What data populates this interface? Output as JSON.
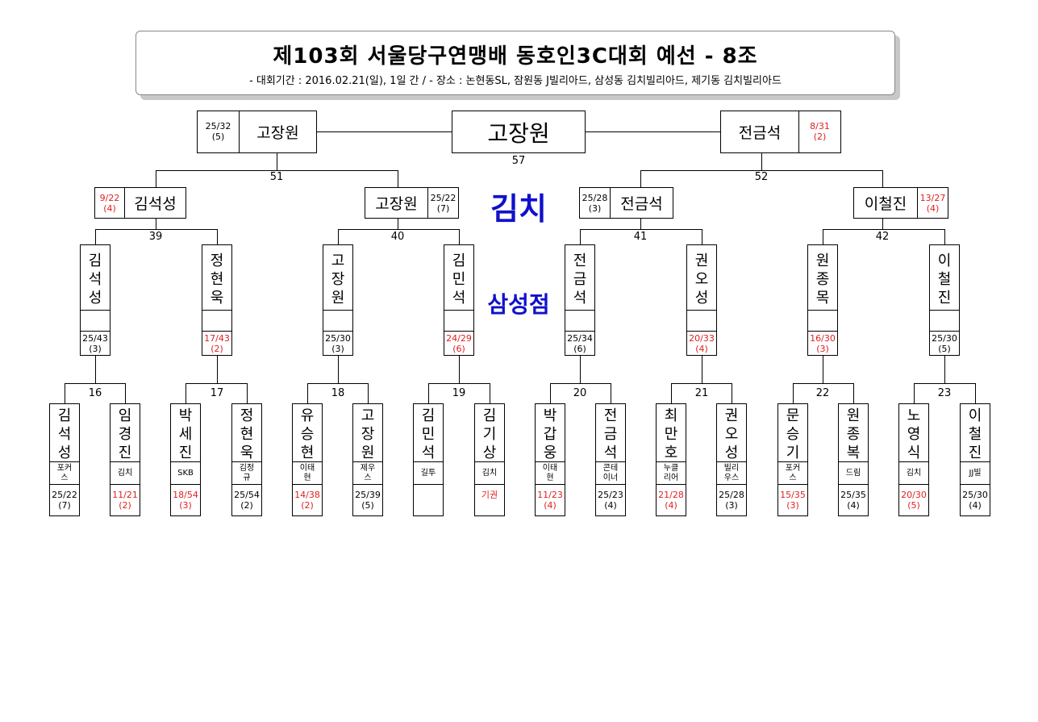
{
  "header": {
    "title": "제103회 서울당구연맹배 동호인3C대회 예선 - 8조",
    "subtitle": "- 대회기간 : 2016.02.21(일), 1일 간 / - 장소 : 논현동SL, 잠원동 J빌리아드, 삼성동 김치빌리아드, 제기동 김치빌리아드"
  },
  "venues": {
    "upper": "김치",
    "lower": "삼성점"
  },
  "colors": {
    "red": "#e02020",
    "blue": "#1010cc"
  },
  "final": {
    "match_no": "57",
    "winner": "고장원",
    "left": {
      "name": "고장원",
      "score": "25/32",
      "hr": "(5)"
    },
    "right": {
      "name": "전금석",
      "score": "8/31",
      "hr": "(2)"
    }
  },
  "semis": [
    {
      "match_no": "51",
      "left": {
        "name": "김석성",
        "score": "9/22",
        "hr": "(4)"
      },
      "right": {
        "name": "고장원",
        "score": "25/22",
        "hr": "(7)"
      }
    },
    {
      "match_no": "52",
      "left": {
        "name": "전금석",
        "score": "25/28",
        "hr": "(3)"
      },
      "right": {
        "name": "이철진",
        "score": "13/27",
        "hr": "(4)"
      }
    }
  ],
  "quarters": [
    {
      "match_no": "39"
    },
    {
      "match_no": "40"
    },
    {
      "match_no": "41"
    },
    {
      "match_no": "42"
    }
  ],
  "round2": [
    {
      "name": [
        "김",
        "석",
        "성"
      ],
      "score": "25/43",
      "hr": "(3)",
      "lost": false
    },
    {
      "name": [
        "정",
        "현",
        "욱"
      ],
      "score": "17/43",
      "hr": "(2)",
      "lost": true
    },
    {
      "name": [
        "고",
        "장",
        "원"
      ],
      "score": "25/30",
      "hr": "(3)",
      "lost": false
    },
    {
      "name": [
        "김",
        "민",
        "석"
      ],
      "score": "24/29",
      "hr": "(6)",
      "lost": true
    },
    {
      "name": [
        "전",
        "금",
        "석"
      ],
      "score": "25/34",
      "hr": "(6)",
      "lost": false
    },
    {
      "name": [
        "권",
        "오",
        "성"
      ],
      "score": "20/33",
      "hr": "(4)",
      "lost": true
    },
    {
      "name": [
        "원",
        "종",
        "목"
      ],
      "score": "16/30",
      "hr": "(3)",
      "lost": true
    },
    {
      "name": [
        "이",
        "철",
        "진"
      ],
      "score": "25/30",
      "hr": "(5)",
      "lost": false
    }
  ],
  "round1_matches": [
    "16",
    "17",
    "18",
    "19",
    "20",
    "21",
    "22",
    "23"
  ],
  "round1": [
    {
      "name": [
        "김",
        "석",
        "성"
      ],
      "team": [
        "포커",
        "스"
      ],
      "score": "25/22",
      "hr": "(7)",
      "lost": false
    },
    {
      "name": [
        "임",
        "경",
        "진"
      ],
      "team": [
        "김치"
      ],
      "score": "11/21",
      "hr": "(2)",
      "lost": true
    },
    {
      "name": [
        "박",
        "세",
        "진"
      ],
      "team": [
        "SKB"
      ],
      "score": "18/54",
      "hr": "(3)",
      "lost": true
    },
    {
      "name": [
        "정",
        "현",
        "욱"
      ],
      "team": [
        "김정",
        "규"
      ],
      "score": "25/54",
      "hr": "(2)",
      "lost": false
    },
    {
      "name": [
        "유",
        "승",
        "현"
      ],
      "team": [
        "이태",
        "현"
      ],
      "score": "14/38",
      "hr": "(2)",
      "lost": true
    },
    {
      "name": [
        "고",
        "장",
        "원"
      ],
      "team": [
        "제우",
        "스"
      ],
      "score": "25/39",
      "hr": "(5)",
      "lost": false
    },
    {
      "name": [
        "김",
        "민",
        "석"
      ],
      "team": [
        "길투"
      ],
      "score": "",
      "hr": "",
      "lost": false
    },
    {
      "name": [
        "김",
        "기",
        "상"
      ],
      "team": [
        "김치"
      ],
      "score": "기권",
      "hr": "",
      "lost": true
    },
    {
      "name": [
        "박",
        "갑",
        "웅"
      ],
      "team": [
        "이태",
        "현"
      ],
      "score": "11/23",
      "hr": "(4)",
      "lost": true
    },
    {
      "name": [
        "전",
        "금",
        "석"
      ],
      "team": [
        "콘테",
        "이너"
      ],
      "score": "25/23",
      "hr": "(4)",
      "lost": false
    },
    {
      "name": [
        "최",
        "만",
        "호"
      ],
      "team": [
        "누클",
        "리어"
      ],
      "score": "21/28",
      "hr": "(4)",
      "lost": true
    },
    {
      "name": [
        "권",
        "오",
        "성"
      ],
      "team": [
        "빌리",
        "우스"
      ],
      "score": "25/28",
      "hr": "(3)",
      "lost": false
    },
    {
      "name": [
        "문",
        "승",
        "기"
      ],
      "team": [
        "포커",
        "스"
      ],
      "score": "15/35",
      "hr": "(3)",
      "lost": true
    },
    {
      "name": [
        "원",
        "종",
        "복"
      ],
      "team": [
        "드림"
      ],
      "score": "25/35",
      "hr": "(4)",
      "lost": false
    },
    {
      "name": [
        "노",
        "영",
        "식"
      ],
      "team": [
        "김치"
      ],
      "score": "20/30",
      "hr": "(5)",
      "lost": true
    },
    {
      "name": [
        "이",
        "철",
        "진"
      ],
      "team": [
        "JJ빌"
      ],
      "score": "25/30",
      "hr": "(4)",
      "lost": false
    }
  ]
}
